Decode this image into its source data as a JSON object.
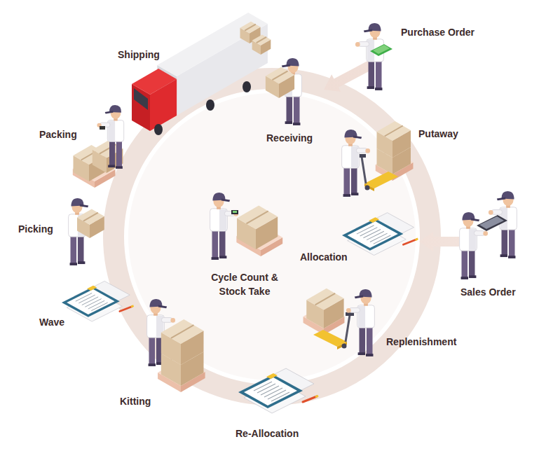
{
  "diagram": {
    "labels": [
      "Purchase Order",
      "Shipping",
      "Receiving",
      "Putaway",
      "Packing",
      "Picking",
      "Cycle Count & Stock Take",
      "Allocation",
      "Sales Order",
      "Wave",
      "Replenishment",
      "Kitting",
      "Re-Allocation"
    ]
  }
}
